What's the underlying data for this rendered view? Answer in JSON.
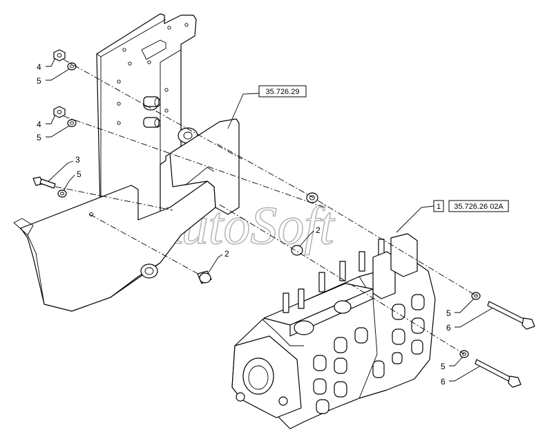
{
  "watermark": "AutoSoft",
  "references": {
    "ref_bracket": "35.726.29",
    "ref_valve_index": "1",
    "ref_valve": "35.726.26 02A"
  },
  "callouts": [
    {
      "id": "c4a",
      "label": "4"
    },
    {
      "id": "c5a",
      "label": "5"
    },
    {
      "id": "c4b",
      "label": "4"
    },
    {
      "id": "c5b",
      "label": "5"
    },
    {
      "id": "c3",
      "label": "3"
    },
    {
      "id": "c5c",
      "label": "5"
    },
    {
      "id": "c2a",
      "label": "2"
    },
    {
      "id": "c2b",
      "label": "2"
    },
    {
      "id": "c5d",
      "label": "5"
    },
    {
      "id": "c6a",
      "label": "6"
    },
    {
      "id": "c5e",
      "label": "5"
    },
    {
      "id": "c6b",
      "label": "6"
    }
  ]
}
